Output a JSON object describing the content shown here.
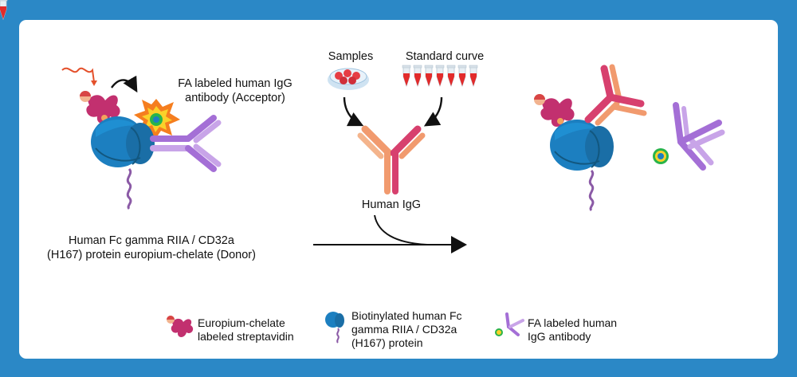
{
  "colors": {
    "background": "#2b88c6",
    "card": "#ffffff",
    "receptor_blue": "#1c7fc0",
    "receptor_dark": "#12577f",
    "streptavidin": "#c2306f",
    "igg_pink": "#d7406e",
    "igg_peach": "#f19a6e",
    "fa_purple": "#a46fd6",
    "fa_light": "#c8a4e8",
    "burst_orange": "#f57e1f",
    "burst_yellow": "#fbd12a",
    "donor_green": "#29b44a",
    "tube_red": "#e22b2b"
  },
  "labels": {
    "acceptor": "FA labeled human IgG\nantibody (Acceptor)",
    "samples": "Samples",
    "standard_curve": "Standard curve",
    "human_igg": "Human IgG",
    "donor": "Human Fc gamma RIIA / CD32a\n(H167) protein europium-chelate (Donor)"
  },
  "legend": [
    {
      "icon": "europium-streptavidin-icon",
      "text": "Europium-chelate\nlabeled streptavidin"
    },
    {
      "icon": "biotinylated-receptor-icon",
      "text": "Biotinylated human Fc\ngamma RIIA / CD32a\n(H167) protein"
    },
    {
      "icon": "fa-antibody-icon",
      "text": "FA labeled human\nIgG antibody"
    }
  ]
}
